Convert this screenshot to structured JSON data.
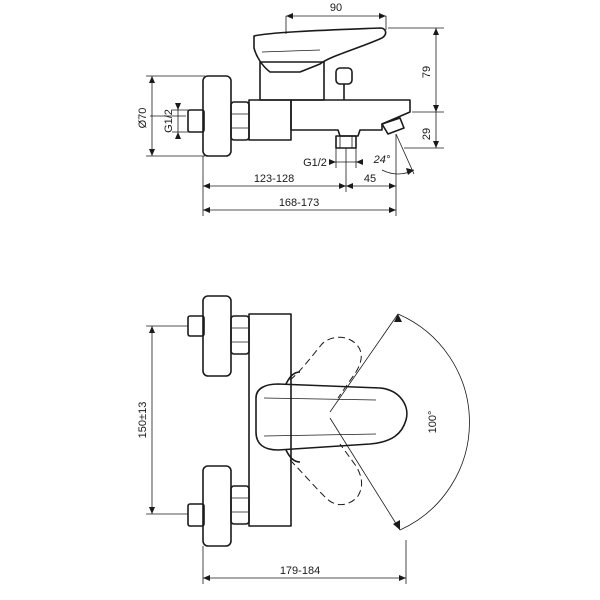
{
  "dimensions": {
    "top": {
      "width_90": "90",
      "height_79": "79",
      "height_29": "29",
      "dia_70": "Ø70",
      "thread_left": "G1/2",
      "thread_bottom": "G1/2",
      "angle_24": "24°",
      "len_123_128": "123-128",
      "len_45": "45",
      "len_168_173": "168-173"
    },
    "bottom": {
      "spacing": "150±13",
      "angle_100": "100°",
      "len_179_184": "179-184"
    }
  }
}
